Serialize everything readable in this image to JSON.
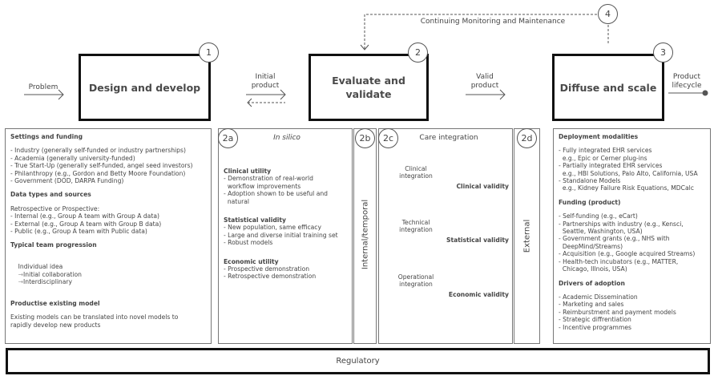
{
  "flow": {
    "problem_label": "Problem",
    "initial_product_label": "Initial\nproduct",
    "valid_product_label": "Valid\nproduct",
    "product_lifecycle_label": "Product\nlifecycle",
    "monitoring_label": "Continuing Monitoring and Maintenance"
  },
  "stages": [
    {
      "number": "1",
      "title": "Design and develop"
    },
    {
      "number": "2",
      "title": "Evaluate and\nvalidate"
    },
    {
      "number": "3",
      "title": "Diffuse and scale"
    },
    {
      "number": "4",
      "title": "Continuing Monitoring and Maintenance"
    }
  ],
  "design_panel": {
    "settings_heading": "Settings and funding",
    "settings_items": [
      "- Industry (generally self-funded or industry partnerships)",
      "- Academia (generally university-funded)",
      "- True Start-Up (generally self-funded, angel seed investors)",
      "- Philanthropy (e.g., Gordon and Betty Moore Foundation)",
      "- Government (DOD, DARPA Funding)"
    ],
    "data_heading": "Data types and sources",
    "data_intro": "Retrospective or Prospective:",
    "data_items": [
      "- Internal (e.g., Group A team with Group A data)",
      "- External (e.g., Group A team with Group B data)",
      "- Public (e.g., Group A team with Public data)"
    ],
    "team_heading": "Typical team progression",
    "team_steps": [
      "Individual idea",
      "Initial collaboration",
      "Interdisciplinary"
    ],
    "productise_heading": "Productise existing model",
    "productise_text": "Existing models can be translated into novel models to\nrapidly develop new products"
  },
  "insilico_panel": {
    "badge": "2a",
    "title": "In silico",
    "clinical_heading": "Clinical utility",
    "clinical_items": [
      "- Demonstration of real-world\n  workflow improvements",
      "- Adoption shown to be useful and\n  natural"
    ],
    "statistical_heading": "Statistical validity",
    "statistical_items": [
      "- New population, same efficacy",
      "- Large and diverse initial training set",
      "- Robust models"
    ],
    "economic_heading": "Economic utility",
    "economic_items": [
      "- Prospective demonstration",
      "- Retrospective demonstration"
    ]
  },
  "internal_panel": {
    "badge": "2b",
    "label": "Internal/temporal"
  },
  "care_panel": {
    "badge": "2c",
    "title": "Care integration",
    "rows": [
      {
        "integration": "Clinical\nintegration",
        "validity": "Clinical validity"
      },
      {
        "integration": "Technical\nintegration",
        "validity": "Statistical validity"
      },
      {
        "integration": "Operational\nintegration",
        "validity": "Economic validity"
      }
    ]
  },
  "external_panel": {
    "badge": "2d",
    "label": "External"
  },
  "diffuse_panel": {
    "deployment_heading": "Deployment modalities",
    "deployment_items": [
      "- Fully integrated EHR services\n  e.g., Epic or Cerner plug-ins",
      "- Partially integrated EHR services\n  e.g., HBI Solutions, Palo Alto, California, USA",
      "- Standalone Models\n  e.g., Kidney Failure Risk Equations, MDCalc"
    ],
    "funding_heading": "Funding (product)",
    "funding_items": [
      "- Self-funding (e.g., eCart)",
      "- Partnerships with industry (e.g., Kensci,\n  Seattle, Washington, USA)",
      "- Government grants (e.g., NHS with\n  DeepMind/Streams)",
      "- Acquisition (e.g., Google acquired Streams)",
      "- Health-tech incubators (e.g., MATTER,\n  Chicago, Illnois, USA)"
    ],
    "drivers_heading": "Drivers of adoption",
    "drivers_items": [
      "- Academic Dissemination",
      "- Marketing and sales",
      "- Reimburstment and payment models",
      "- Strategic diffrentiation",
      "- Incentive programmes"
    ]
  },
  "regulatory": {
    "label": "Regulatory"
  }
}
